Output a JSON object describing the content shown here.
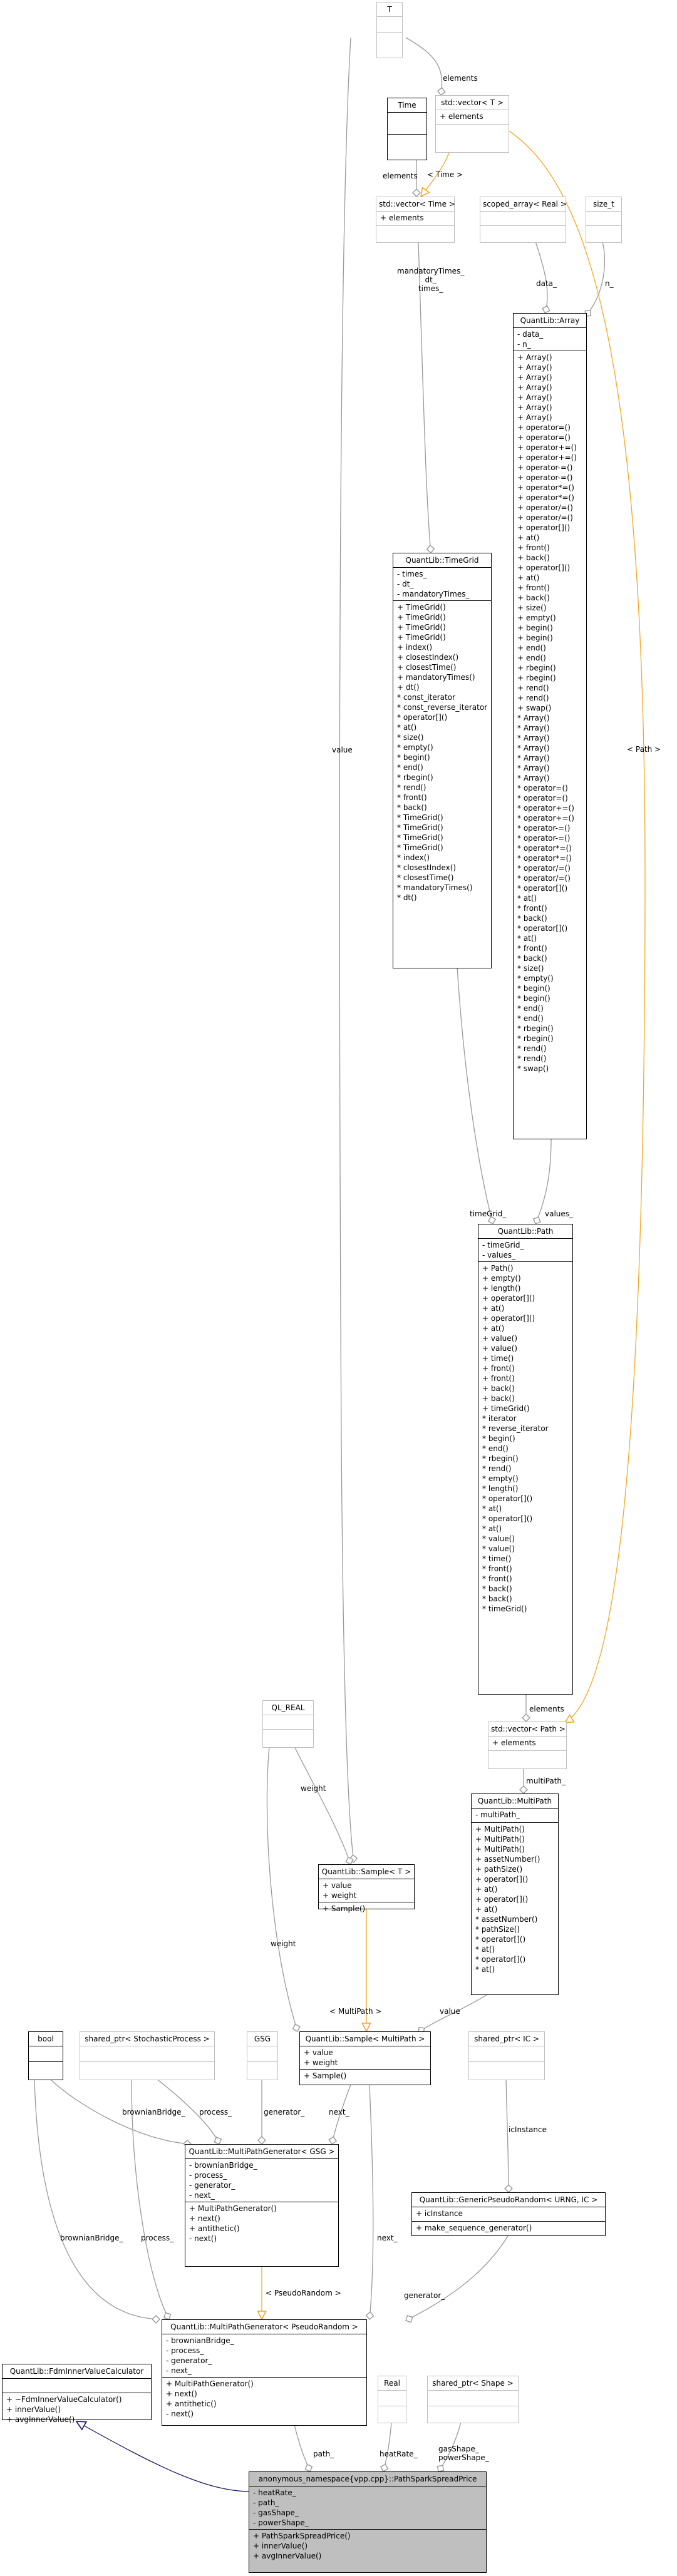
{
  "nodes": [
    {
      "id": "t_param",
      "title": "T",
      "attrs": [],
      "methods": [],
      "style": "ghost"
    },
    {
      "id": "vec_t",
      "title": "std::vector< T >",
      "attrs": [
        "+ elements"
      ],
      "methods": [],
      "style": "ghost"
    },
    {
      "id": "time",
      "title": "Time",
      "attrs": [],
      "methods": [],
      "style": "normal"
    },
    {
      "id": "vec_time",
      "title": "std::vector< Time >",
      "attrs": [
        "+ elements"
      ],
      "methods": [],
      "style": "ghost"
    },
    {
      "id": "scoped",
      "title": "scoped_array< Real >",
      "attrs": [],
      "methods": [],
      "style": "ghost"
    },
    {
      "id": "size_t",
      "title": "size_t",
      "attrs": [],
      "methods": [],
      "style": "ghost"
    },
    {
      "id": "array",
      "title": "QuantLib::Array",
      "attrs": [
        "- data_",
        "- n_"
      ],
      "methods": [
        "+ Array()",
        "+ Array()",
        "+ Array()",
        "+ Array()",
        "+ Array()",
        "+ Array()",
        "+ Array()",
        "+ operator=()",
        "+ operator=()",
        "+ operator+=()",
        "+ operator+=()",
        "+ operator-=()",
        "+ operator-=()",
        "+ operator*=()",
        "+ operator*=()",
        "+ operator/=()",
        "+ operator/=()",
        "+ operator[]()",
        "+ at()",
        "+ front()",
        "+ back()",
        "+ operator[]()",
        "+ at()",
        "+ front()",
        "+ back()",
        "+ size()",
        "+ empty()",
        "+ begin()",
        "+ begin()",
        "+ end()",
        "+ end()",
        "+ rbegin()",
        "+ rbegin()",
        "+ rend()",
        "+ rend()",
        "+ swap()",
        "* Array()",
        "* Array()",
        "* Array()",
        "* Array()",
        "* Array()",
        "* Array()",
        "* Array()",
        "* operator=()",
        "* operator=()",
        "* operator+=()",
        "* operator+=()",
        "* operator-=()",
        "* operator-=()",
        "* operator*=()",
        "* operator*=()",
        "* operator/=()",
        "* operator/=()",
        "* operator[]()",
        "* at()",
        "* front()",
        "* back()",
        "* operator[]()",
        "* at()",
        "* front()",
        "* back()",
        "* size()",
        "* empty()",
        "* begin()",
        "* begin()",
        "* end()",
        "* end()",
        "* rbegin()",
        "* rbegin()",
        "* rend()",
        "* rend()",
        "* swap()"
      ],
      "style": "normal"
    },
    {
      "id": "timegrid",
      "title": "QuantLib::TimeGrid",
      "attrs": [
        "- times_",
        "- dt_",
        "- mandatoryTimes_"
      ],
      "methods": [
        "+ TimeGrid()",
        "+ TimeGrid()",
        "+ TimeGrid()",
        "+ TimeGrid()",
        "+ index()",
        "+ closestIndex()",
        "+ closestTime()",
        "+ mandatoryTimes()",
        "+ dt()",
        "* const_iterator",
        "* const_reverse_iterator",
        "* operator[]()",
        "* at()",
        "* size()",
        "* empty()",
        "* begin()",
        "* end()",
        "* rbegin()",
        "* rend()",
        "* front()",
        "* back()",
        "* TimeGrid()",
        "* TimeGrid()",
        "* TimeGrid()",
        "* TimeGrid()",
        "* index()",
        "* closestIndex()",
        "* closestTime()",
        "* mandatoryTimes()",
        "* dt()"
      ],
      "style": "normal"
    },
    {
      "id": "path",
      "title": "QuantLib::Path",
      "attrs": [
        "- timeGrid_",
        "- values_"
      ],
      "methods": [
        "+ Path()",
        "+ empty()",
        "+ length()",
        "+ operator[]()",
        "+ at()",
        "+ operator[]()",
        "+ at()",
        "+ value()",
        "+ value()",
        "+ time()",
        "+ front()",
        "+ front()",
        "+ back()",
        "+ back()",
        "+ timeGrid()",
        "* iterator",
        "* reverse_iterator",
        "* begin()",
        "* end()",
        "* rbegin()",
        "* rend()",
        "* empty()",
        "* length()",
        "* operator[]()",
        "* at()",
        "* operator[]()",
        "* at()",
        "* value()",
        "* value()",
        "* time()",
        "* front()",
        "* front()",
        "* back()",
        "* back()",
        "* timeGrid()"
      ],
      "style": "normal"
    },
    {
      "id": "vec_path",
      "title": "std::vector< Path >",
      "attrs": [
        "+ elements"
      ],
      "methods": [],
      "style": "ghost"
    },
    {
      "id": "ql_real",
      "title": "QL_REAL",
      "attrs": [],
      "methods": [],
      "style": "ghost"
    },
    {
      "id": "multipath",
      "title": "QuantLib::MultiPath",
      "attrs": [
        "- multiPath_"
      ],
      "methods": [
        "+ MultiPath()",
        "+ MultiPath()",
        "+ MultiPath()",
        "+ assetNumber()",
        "+ pathSize()",
        "+ operator[]()",
        "+ at()",
        "+ operator[]()",
        "+ at()",
        "* assetNumber()",
        "* pathSize()",
        "* operator[]()",
        "* at()",
        "* operator[]()",
        "* at()"
      ],
      "style": "normal"
    },
    {
      "id": "sample_t",
      "title": "QuantLib::Sample< T >",
      "attrs": [
        "+ value",
        "+ weight"
      ],
      "methods": [
        "+ Sample()"
      ],
      "style": "normal"
    },
    {
      "id": "bool",
      "title": "bool",
      "attrs": [],
      "methods": [],
      "style": "normal"
    },
    {
      "id": "shared_sp",
      "title": "shared_ptr< StochasticProcess >",
      "attrs": [],
      "methods": [],
      "style": "ghost"
    },
    {
      "id": "gsg",
      "title": "GSG",
      "attrs": [],
      "methods": [],
      "style": "ghost"
    },
    {
      "id": "sample_mp",
      "title": "QuantLib::Sample< MultiPath >",
      "attrs": [
        "+ value",
        "+ weight"
      ],
      "methods": [
        "+ Sample()"
      ],
      "style": "normal"
    },
    {
      "id": "shared_ic",
      "title": "shared_ptr< IC >",
      "attrs": [],
      "methods": [],
      "style": "ghost"
    },
    {
      "id": "mpg_gsg",
      "title": "QuantLib::MultiPathGenerator< GSG >",
      "attrs": [
        "- brownianBridge_",
        "- process_",
        "- generator_",
        "- next_"
      ],
      "methods": [
        "+ MultiPathGenerator()",
        "+ next()",
        "+ antithetic()",
        "- next()"
      ],
      "style": "normal"
    },
    {
      "id": "gpr",
      "title": "QuantLib::GenericPseudoRandom< URNG, IC >",
      "attrs": [
        "+ icInstance"
      ],
      "methods": [
        "+ make_sequence_generator()"
      ],
      "style": "normal"
    },
    {
      "id": "fdm",
      "title": "QuantLib::FdmInnerValueCalculator",
      "attrs": [],
      "methods": [
        "+ ~FdmInnerValueCalculator()",
        "+ innerValue()",
        "+ avgInnerValue()"
      ],
      "style": "normal"
    },
    {
      "id": "mpg_pr",
      "title": "QuantLib::MultiPathGenerator< PseudoRandom >",
      "attrs": [
        "- brownianBridge_",
        "- process_",
        "- generator_",
        "- next_"
      ],
      "methods": [
        "+ MultiPathGenerator()",
        "+ next()",
        "+ antithetic()",
        "- next()"
      ],
      "style": "normal"
    },
    {
      "id": "real",
      "title": "Real",
      "attrs": [],
      "methods": [],
      "style": "ghost"
    },
    {
      "id": "shared_shape",
      "title": "shared_ptr< Shape >",
      "attrs": [],
      "methods": [],
      "style": "ghost"
    },
    {
      "id": "main",
      "title": "anonymous_namespace{vpp.cpp}::PathSparkSpreadPrice",
      "attrs": [
        "- heatRate_",
        "- path_",
        "- gasShape_",
        "- powerShape_"
      ],
      "methods": [
        "+ PathSparkSpreadPrice()",
        "+ innerValue()",
        "+ avgInnerValue()"
      ],
      "style": "focus"
    }
  ],
  "edge_labels": [
    {
      "id": "lbl_elements_t",
      "lines": [
        "elements"
      ]
    },
    {
      "id": "lbl_elements_time",
      "lines": [
        "elements"
      ]
    },
    {
      "id": "lbl_time_tmpl",
      "lines": [
        "< Time >"
      ]
    },
    {
      "id": "lbl_data",
      "lines": [
        "data_"
      ]
    },
    {
      "id": "lbl_n",
      "lines": [
        "n_"
      ]
    },
    {
      "id": "lbl_tg_members",
      "lines": [
        "mandatoryTimes_",
        "dt_",
        "times_"
      ]
    },
    {
      "id": "lbl_value_t",
      "lines": [
        "value"
      ]
    },
    {
      "id": "lbl_path_tmpl",
      "lines": [
        "< Path >"
      ]
    },
    {
      "id": "lbl_timegrid",
      "lines": [
        "timeGrid_"
      ]
    },
    {
      "id": "lbl_values",
      "lines": [
        "values_"
      ]
    },
    {
      "id": "lbl_elements_path",
      "lines": [
        "elements"
      ]
    },
    {
      "id": "lbl_multipath",
      "lines": [
        "multiPath_"
      ]
    },
    {
      "id": "lbl_weight_t",
      "lines": [
        "weight"
      ]
    },
    {
      "id": "lbl_weight_mp",
      "lines": [
        "weight"
      ]
    },
    {
      "id": "lbl_value_mp",
      "lines": [
        "value"
      ]
    },
    {
      "id": "lbl_mp_tmpl",
      "lines": [
        "< MultiPath >"
      ]
    },
    {
      "id": "lbl_bb_gsg",
      "lines": [
        "brownianBridge_"
      ]
    },
    {
      "id": "lbl_proc_gsg",
      "lines": [
        "process_"
      ]
    },
    {
      "id": "lbl_gen_gsg",
      "lines": [
        "generator_"
      ]
    },
    {
      "id": "lbl_next_gsg",
      "lines": [
        "next_"
      ]
    },
    {
      "id": "lbl_icinstance",
      "lines": [
        "icInstance"
      ]
    },
    {
      "id": "lbl_bb_pr",
      "lines": [
        "brownianBridge_"
      ]
    },
    {
      "id": "lbl_proc_pr",
      "lines": [
        "process_"
      ]
    },
    {
      "id": "lbl_next_pr",
      "lines": [
        "next_"
      ]
    },
    {
      "id": "lbl_pr_tmpl",
      "lines": [
        "< PseudoRandom >"
      ]
    },
    {
      "id": "lbl_gen_pr",
      "lines": [
        "generator_"
      ]
    },
    {
      "id": "lbl_path_main",
      "lines": [
        "path_"
      ]
    },
    {
      "id": "lbl_heatrate",
      "lines": [
        "heatRate_"
      ]
    },
    {
      "id": "lbl_shapes",
      "lines": [
        "gasShape_",
        "powerShape_"
      ]
    }
  ],
  "colors": {
    "usage": "#9a9a9a",
    "template": "#f5a623",
    "inheritance": "#191970",
    "focus_fill": "#bfbfbf",
    "ghost_border": "#bfbfbf"
  }
}
